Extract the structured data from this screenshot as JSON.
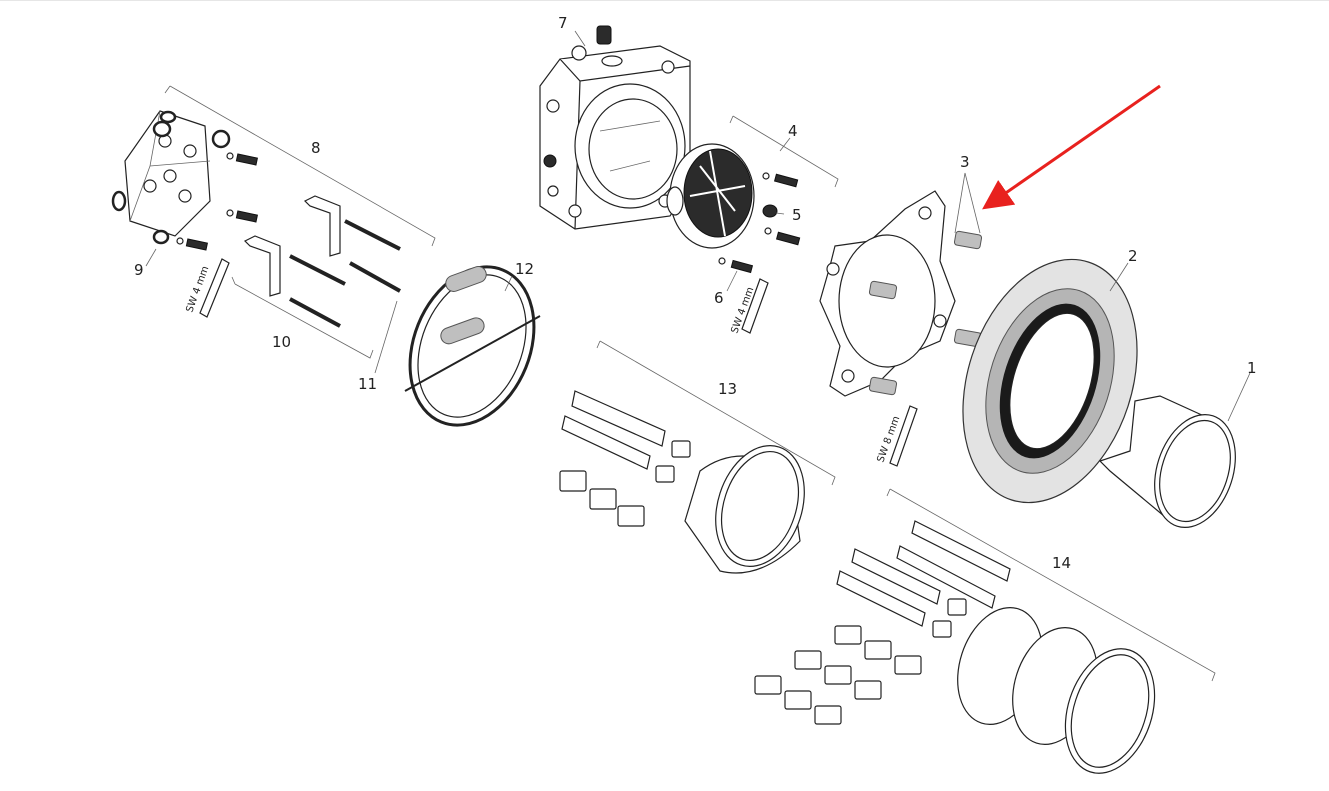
{
  "labels": {
    "p1": "1",
    "p2": "2",
    "p3": "3",
    "p4": "4",
    "p5": "5",
    "p6": "6",
    "p7": "7",
    "p8": "8",
    "p9": "9",
    "p10": "10",
    "p11": "11",
    "p12": "12",
    "p13": "13",
    "p14": "14"
  },
  "tools": {
    "sw4_left": "SW 4 mm",
    "sw4_mid": "SW 4 mm",
    "sw8": "SW 8 mm"
  },
  "colors": {
    "arrow": "#e8211e",
    "line": "#222222"
  }
}
